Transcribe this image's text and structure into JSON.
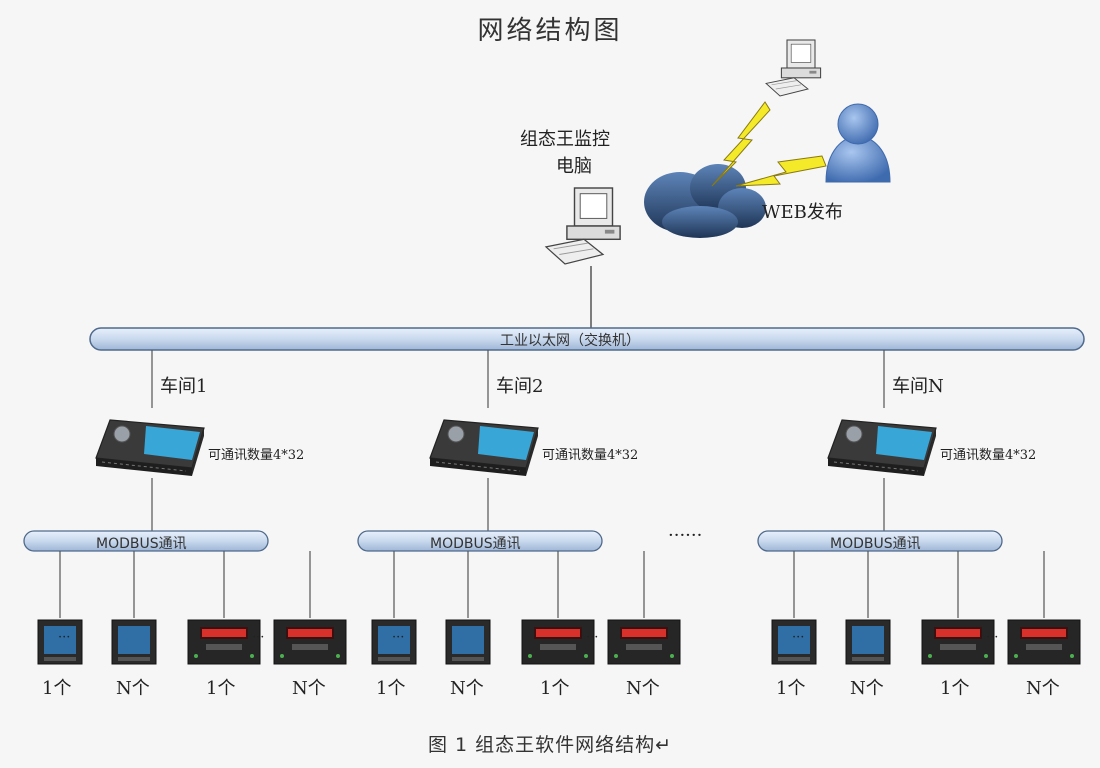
{
  "title": "网络结构图",
  "monitor_pc_label_line1": "组态王监控",
  "monitor_pc_label_line2": "电脑",
  "web_label": "WEB发布",
  "ethernet_label": "工业以太网（交换机）",
  "workshops": [
    {
      "name": "车间1",
      "converter_label": "可通讯数量4*32",
      "bus_label": "MODBUS通讯",
      "devices": [
        {
          "count": "1个"
        },
        {
          "count": "N个"
        },
        {
          "count": "1个"
        },
        {
          "count": "N个"
        }
      ]
    },
    {
      "name": "车间2",
      "converter_label": "可通讯数量4*32",
      "bus_label": "MODBUS通讯",
      "devices": [
        {
          "count": "1个"
        },
        {
          "count": "N个"
        },
        {
          "count": "1个"
        },
        {
          "count": "N个"
        }
      ]
    },
    {
      "name": "车间N",
      "converter_label": "可通讯数量4*32",
      "bus_label": "MODBUS通讯",
      "devices": [
        {
          "count": "1个"
        },
        {
          "count": "N个"
        },
        {
          "count": "1个"
        },
        {
          "count": "N个"
        }
      ]
    }
  ],
  "device_ellipsis": "···",
  "workshop_ellipsis": "······",
  "caption": "图 1  组态王软件网络结构↵",
  "colors": {
    "bus_fill": "#c9d9ee",
    "bus_stroke": "#4f6a8c",
    "cloud": "#2e4f7a",
    "lightning": "#f4ea2a",
    "person": "#5b86c9",
    "screen_blue": "#2f6fa6",
    "meter_red": "#d8302a"
  }
}
